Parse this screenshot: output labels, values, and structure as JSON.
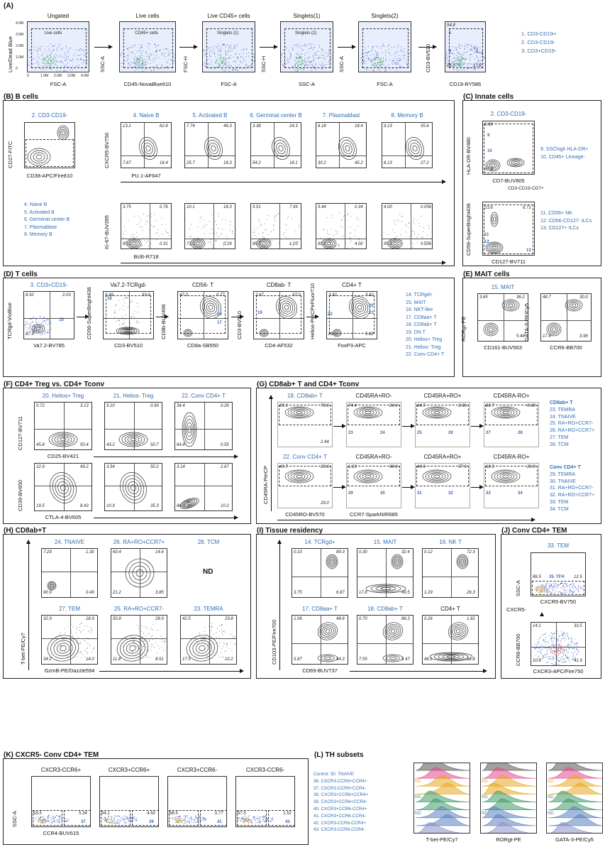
{
  "panelA": {
    "letter": "(A)",
    "plots": [
      {
        "title": "Ungated",
        "xlabel": "FSC-A",
        "ylabel": "Live/Dead Blue",
        "gate": "Live cells"
      },
      {
        "title": "Live cells",
        "xlabel": "CD45-NovaBlue610",
        "ylabel": "SSC-A",
        "gate": "CD45+ cells"
      },
      {
        "title": "Live CD45+ cells",
        "xlabel": "FSC-A",
        "ylabel": "FSC-H",
        "gate": "Singlets (1)"
      },
      {
        "title": "Singlets(1)",
        "xlabel": "SSC-A",
        "ylabel": "SSC-H",
        "gate": "Singlets (2)"
      },
      {
        "title": "Singlets(2)",
        "xlabel": "FSC-A",
        "ylabel": "SSC-A",
        "gate": ""
      },
      {
        "title": "",
        "xlabel": "CD19-RY586",
        "ylabel": "CD3-BV510",
        "gate": ""
      }
    ],
    "ticks_y": [
      "4.0M",
      "3.0M",
      "2.0M",
      "1.0M",
      "0"
    ],
    "ticks_x": [
      "0",
      "1.0M",
      "2.0M",
      "3.0M",
      "4.0M"
    ],
    "quadrant_values": [
      "54.8",
      "17.8",
      "25.0"
    ],
    "legend": [
      "1. CD3-CD19+",
      "2. CD3-CD19-",
      "3. CD3+CD19-"
    ]
  },
  "panelB": {
    "letter": "(B) B cells",
    "gate_title": "2. CD3-CD19-",
    "xlabel": "CD38-APC/Fire810",
    "ylabel": "CD27-FITC",
    "cols": [
      "4. Naive B",
      "5. Activated B",
      "6. Germinal center B",
      "7. Plasmablast",
      "8. Memory B"
    ],
    "row1_ylabel": "CXCR5-BV750",
    "row1_xlabel": "PU.1-AF647",
    "row2_ylabel": "Ki-67-BUV395",
    "row2_xlabel": "Bcl6-R718",
    "row1_values": [
      [
        "13.1",
        "62.8",
        "7.67",
        "16.4"
      ],
      [
        "7.74",
        "46.3",
        "25.7",
        "18.3"
      ],
      [
        "3.38",
        "24.3",
        "54.2",
        "18.1"
      ],
      [
        "6.18",
        "18.4",
        "30.2",
        "45.2"
      ],
      [
        "9.13",
        "55.6",
        "8.13",
        "27.2"
      ]
    ],
    "row2_values": [
      [
        "3.75",
        "0.76",
        "95.2",
        "0.31"
      ],
      [
        "10.1",
        "18.3",
        "71.3",
        "0.29"
      ],
      [
        "5.51",
        "7.99",
        "85.5",
        "1.03"
      ],
      [
        "5.44",
        "0.34",
        "90.2",
        "4.02"
      ],
      [
        "4.00",
        "0.056",
        "95.9",
        "0.056"
      ]
    ],
    "legend": [
      "4. Naive B",
      "5. Activated B",
      "6. Germinal center B",
      "7. Plasmablast",
      "8. Memory B"
    ]
  },
  "panelC": {
    "letter": "(C) Innate cells",
    "plot1_title": "2. CD3-CD19-",
    "plot1_xlabel": "CD7-BUV805",
    "plot1_ylabel": "HLA-DR-BV480",
    "plot1_values": [
      "6.98",
      "67.8"
    ],
    "gate_label": "CD3-CD19-CD7+",
    "plot2_xlabel": "CD127-BV711",
    "plot2_ylabel": "CD56-SuperBright436",
    "plot2_values": [
      "23.6",
      "6.71"
    ],
    "legend1": [
      "9. SSChigh HLA-DR+",
      "10. CD45+ Lineage-"
    ],
    "legend2": [
      "11. CD56+ NK",
      "12. CD56-CD127- ILCs",
      "13. CD127+ ILCs"
    ]
  },
  "panelD": {
    "letter": "(D) T cells",
    "plots": [
      {
        "title": "3. CD3+CD19-",
        "xlabel": "Va7.2-BV785",
        "ylabel": "TCRgd-VioBlue",
        "values": [
          "8.92",
          "87.9",
          "2.03"
        ]
      },
      {
        "title": "Va7.2-TCRgd-",
        "xlabel": "CD3-BV510",
        "ylabel": "CD56-SuperBright436",
        "values": [
          "5.99",
          "93.6"
        ]
      },
      {
        "title": "CD56- T",
        "xlabel": "CD8a-SB550",
        "ylabel": "CD8b-BUV496",
        "values": [
          "47.0",
          "0.77"
        ]
      },
      {
        "title": "CD8ab- T",
        "xlabel": "CD4-AF532",
        "ylabel": "CD3-BV510",
        "values": [
          "2.67",
          "97.0"
        ]
      },
      {
        "title": "CD4+ T",
        "xlabel": "FoxP3-APC",
        "ylabel": "Helios-PerCPeFluor710",
        "values": [
          "3.42",
          "89.1",
          "5.82"
        ]
      }
    ],
    "legend": [
      "14. TCRgd+",
      "15. MAIT",
      "16. NKT-like",
      "17. CD8aa+ T",
      "18. CD8ab+ T",
      "19. DN T",
      "20. Helios+ Treg",
      "21. Helios- Treg",
      "22. Conv CD4+ T"
    ]
  },
  "panelE": {
    "letter": "(E) MAIT cells",
    "title": "15. MAIT",
    "plots": [
      {
        "xlabel": "CD161-BUV563",
        "ylabel": "RORgt-PE",
        "values": [
          "3.65",
          "36.2",
          "5.48"
        ]
      },
      {
        "xlabel": "CCR6-BB700",
        "ylabel": "GATA-3-PE/Cy5",
        "values": [
          "48.7",
          "30.0",
          "17.4",
          "3.96"
        ]
      }
    ]
  },
  "panelF": {
    "letter": "(F) CD4+ Treg vs. CD4+ Tconv",
    "cols": [
      "20. Helios+ Treg",
      "21. Helios- Treg",
      "22. Conv CD4+ T"
    ],
    "row1_ylabel": "CD127-BV711",
    "row1_xlabel": "CD25-BV421",
    "row2_ylabel": "CD39-BV650",
    "row2_xlabel": "CTLA-4-BV605",
    "row1_values": [
      [
        "0.72",
        "3.13",
        "45.8",
        "50.4"
      ],
      [
        "5.10",
        "0.99",
        "43.2",
        "50.7"
      ],
      [
        "34.4",
        "0.26",
        "64.8",
        "0.55"
      ]
    ],
    "row2_values": [
      [
        "22.9",
        "49.2",
        "19.5",
        "8.43"
      ],
      [
        "3.54",
        "50.2",
        "10.9",
        "35.3"
      ],
      [
        "3.14",
        "2.67",
        "84.0",
        "10.2"
      ]
    ]
  },
  "panelG": {
    "letter": "(G) CD8ab+ T and CD4+ Tconv",
    "row1_titles": [
      "18. CD8ab+ T",
      "CD45RA+RO-",
      "CD45RA+RO+",
      "CD45RA-RO+"
    ],
    "row2_titles": [
      "22. Conv CD4+ T",
      "CD45RA+RO-",
      "CD45RA+RO+",
      "CD45RA-RO+"
    ],
    "ylabel": "CD45RA-PerCP",
    "xlabel1": "CD45RO-BV570",
    "xlabel2": "CCR7-SparkNIR685",
    "row1_values": [
      [
        "20.1",
        "73.6",
        "2.44"
      ],
      [
        "74.4",
        "24.6"
      ],
      [
        "94.5",
        "3.96"
      ],
      [
        "98.7",
        "0.98"
      ]
    ],
    "row2_values": [
      [
        "43.7",
        "23.6",
        "29.0"
      ],
      [
        "1.23",
        "98.6"
      ],
      [
        "40.6",
        "57.3"
      ],
      [
        "68.5",
        "26.9"
      ]
    ],
    "legend1_title": "CD8ab+ T",
    "legend1": [
      "23. TEMRA",
      "24. TNAIVE",
      "25. RA+RO+CCR7-",
      "26. RA+RO+CCR7+",
      "27. TEM",
      "28. TCM"
    ],
    "legend2_title": "Conv CD4+ T",
    "legend2": [
      "29. TEMRA",
      "30. TNAIVE",
      "31. RA+RO+CCR7-",
      "32. RA+RO+CCR7+",
      "33. TEM",
      "34. TCM"
    ]
  },
  "panelH": {
    "letter": "(H) CD8ab+T",
    "row1_titles": [
      "24. TNAIVE",
      "26. RA+RO+CCR7+",
      "28. TCM"
    ],
    "row2_titles": [
      "27. TEM",
      "25. RA+RO+CCR7-",
      "23. TEMRA"
    ],
    "ylabel": "T-bet-PE/Cy7",
    "xlabel": "GzmB-PE/Dazzle594",
    "nd": "ND",
    "row1_values": [
      [
        "7.29",
        "1.30",
        "90.9",
        "0.49"
      ],
      [
        "60.4",
        "14.6",
        "21.2",
        "3.85"
      ]
    ],
    "row2_values": [
      [
        "32.9",
        "18.9",
        "34.2",
        "14.0"
      ],
      [
        "50.8",
        "28.9",
        "11.8",
        "8.51"
      ],
      [
        "42.5",
        "29.8",
        "17.5",
        "10.2"
      ]
    ]
  },
  "panelI": {
    "letter": "(I) Tissue residency",
    "row1_titles": [
      "14. TCRgd+",
      "15. MAIT",
      "16. NK T"
    ],
    "row2_titles": [
      "17. CD8aa+ T",
      "18. CD8ab+ T",
      "CD4+ T"
    ],
    "ylabel": "CD103-PE/Fire700",
    "xlabel": "CD69-BUV737",
    "row1_values": [
      [
        "0.10",
        "89.3",
        "3.75",
        "6.87"
      ],
      [
        "0.30",
        "32.4",
        "17.8",
        "49.5"
      ],
      [
        "0.12",
        "72.3",
        "1.29",
        "26.3"
      ]
    ],
    "row2_values": [
      [
        "1.06",
        "48.8",
        "5.87",
        "44.3"
      ],
      [
        "0.70",
        "86.3",
        "7.55",
        "5.47"
      ],
      [
        "0.26",
        "1.82",
        "46.1",
        "51.8"
      ]
    ]
  },
  "panelJ": {
    "letter": "(J) Conv CD4+ TEM",
    "title": "33. TEM",
    "plot1_xlabel": "CXCR5-BV750",
    "plot1_ylabel": "SSC-A",
    "plot1_values": [
      "86.5",
      "35. TFH",
      "12.5"
    ],
    "gate_label": "CXCR5-",
    "plot2_xlabel": "CXCR3-APC/Fire750",
    "plot2_ylabel": "CCR6-BB700",
    "plot2_values": [
      "14.1",
      "33.5",
      "10.6",
      "41.9"
    ]
  },
  "panelK": {
    "letter": "(K) CXCR5- Conv CD4+ TEM",
    "titles": [
      "CXCR3-CCR6+",
      "CXCR3+CCR6+",
      "CXCR3+CCR6-",
      "CXCR3-CCR6-"
    ],
    "ylabel": "SSC-A",
    "xlabel": "CCR4-BUV615",
    "values": [
      [
        "93.5",
        "5.34",
        "37"
      ],
      [
        "94.1",
        "4.50",
        "39"
      ],
      [
        "98.5",
        "0.77",
        "41"
      ],
      [
        "97.5",
        "1.52",
        "43"
      ]
    ]
  },
  "panelL": {
    "letter": "(L) TH subsets",
    "legend": [
      "Control: 30. TNAIVE",
      "36. CXCR3-CCR6+CCR4+",
      "37. CXCR3-CCR6+CCR4-",
      "38. CXCR3+CCR6+CCR4+",
      "39. CXCR3+CCR6+CCR4-",
      "40. CXCR3+CCR6-CCR4+",
      "41. CXCR3+CCR6-CCR4-",
      "42. CXCR3-CCR6-CCR4+",
      "43. CXCR3-CCR6-CCR4-"
    ],
    "xlabels": [
      "T-bet-PE/Cy7",
      "RORgt-PE",
      "GATA-3-PE/Cy5"
    ],
    "nd": "ND",
    "colors": [
      "#555555",
      "#e44b8d",
      "#e6a820",
      "#e6a820",
      "#3f9a6a",
      "#3f9a6a",
      "#5a7fbf",
      "#5a7fbf",
      "#8b8fc8"
    ]
  }
}
